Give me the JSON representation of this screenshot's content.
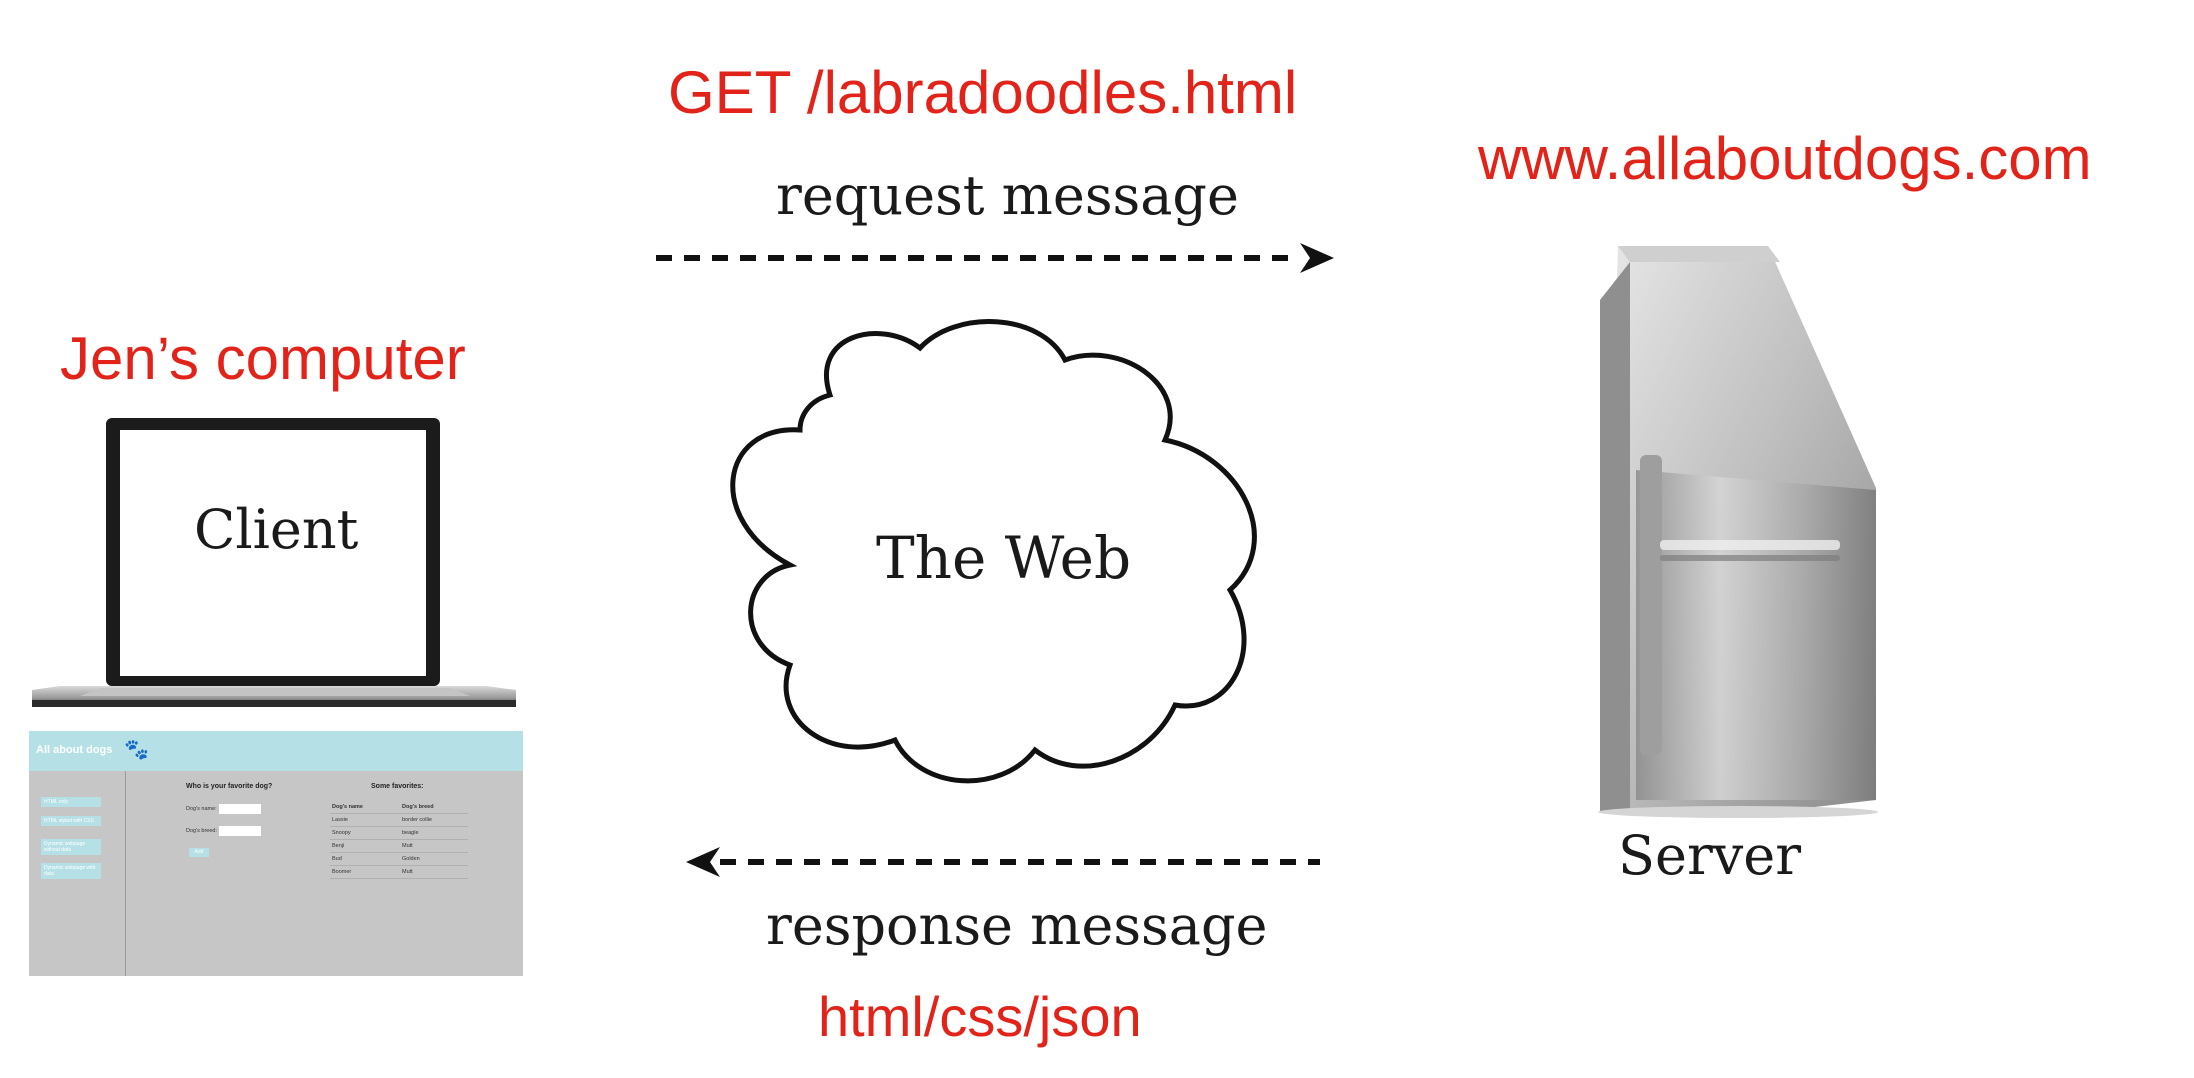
{
  "request": {
    "method_line": "GET /labradoodles.html",
    "caption": "request message"
  },
  "server": {
    "domain": "www.allaboutdogs.com",
    "label": "Server"
  },
  "client": {
    "owner": "Jen’s computer",
    "label": "Client"
  },
  "cloud": {
    "label": "The Web"
  },
  "response": {
    "caption": "response message",
    "content": "html/css/json"
  },
  "mini_page": {
    "title": "All about dogs",
    "nav": [
      "HTML only",
      "HTML styled with CSS",
      "Dynamic webpage without data",
      "Dynamic webpage with data"
    ],
    "question": "Who is your favorite dog?",
    "name_label": "Dog's name:",
    "breed_label": "Dog's breed:",
    "add_button": "Add",
    "favorites_title": "Some favorites:",
    "table_headers": [
      "Dog's name",
      "Dog's breed"
    ],
    "rows": [
      [
        "Lassie",
        "border collie"
      ],
      [
        "Snoopy",
        "beagle"
      ],
      [
        "Benji",
        "Mutt"
      ],
      [
        "Bud",
        "Golden"
      ],
      [
        "Boomer",
        "Mutt"
      ]
    ]
  },
  "colors": {
    "label_red": "#e2231a",
    "mini_accent": "#b5e0e6",
    "mini_bg": "#c6c6c6"
  }
}
